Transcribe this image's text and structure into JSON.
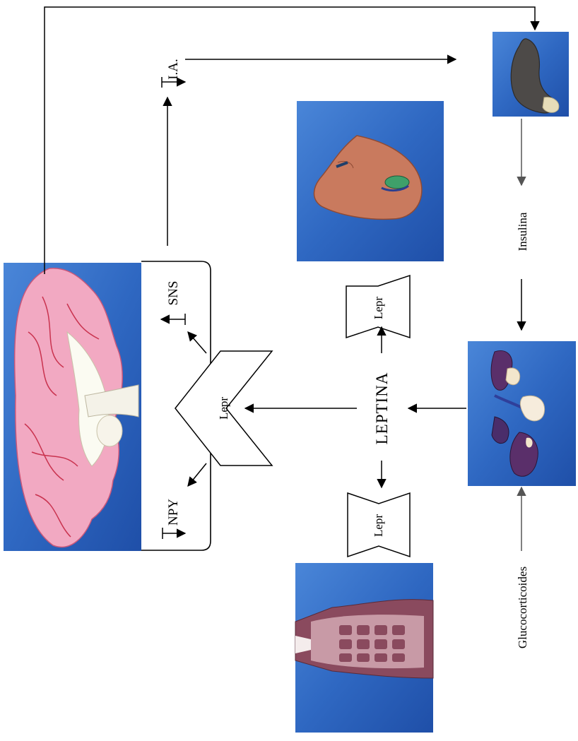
{
  "labels": {
    "ia": "I.A.",
    "insulina": "Insulina",
    "sns": "SNS",
    "npy": "NPY",
    "leptina": "LEPTINA",
    "lepr_brain": "Lepr",
    "lepr_liver": "Lepr",
    "lepr_muscle": "Lepr",
    "glucocorticoides": "Glucocorticoides"
  },
  "colors": {
    "panel_blue": "#3a74c9",
    "panel_blue_dark": "#1f4fa8",
    "brain_pink": "#f2a9c2",
    "liver_brown": "#c97a5e",
    "pancreas_dark": "#4d4a48",
    "muscle_maroon": "#8a4a5e",
    "adrenal_purple": "#5a2f6a"
  },
  "icons": {
    "brain": "brain-icon",
    "pancreas": "pancreas-icon",
    "liver": "liver-icon",
    "adipose": "adipose-icon",
    "muscle": "muscle-icon"
  }
}
